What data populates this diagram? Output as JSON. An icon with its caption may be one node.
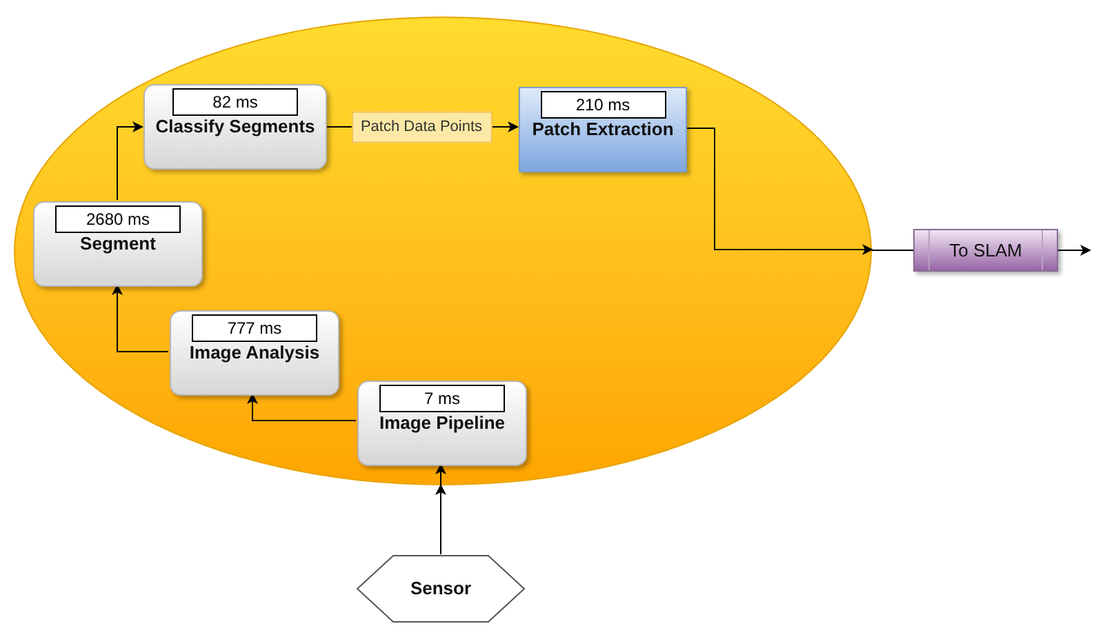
{
  "diagram": {
    "nodes": [
      {
        "text": [],
        "shape": "ellipse"
      },
      {
        "text": [
          "82 ms",
          "Classify Segments"
        ],
        "in": 0
      },
      {
        "text": [
          "210 ms",
          "Patch Extraction"
        ],
        "in": 0
      },
      {
        "text": [
          "2680 ms",
          "Segment"
        ],
        "in": 0
      },
      {
        "text": [
          "777 ms",
          "Image Analysis"
        ],
        "in": 0
      },
      {
        "text": [
          "7 ms",
          "Image Pipeline"
        ],
        "in": 0
      },
      {
        "text": [
          "To SLAM"
        ]
      },
      {
        "text": [
          "Sensor"
        ]
      }
    ],
    "edges": [
      {
        "from": 5,
        "to": 4,
        "arrow": "to"
      },
      {
        "from": 4,
        "to": 3,
        "arrow": "to"
      },
      {
        "from": 3,
        "to": 1,
        "arrow": "to"
      },
      {
        "from": 1,
        "to": 2,
        "arrow": "to",
        "label": "Patch Data Points"
      },
      {
        "from": 2,
        "to": 0,
        "arrow": "to"
      },
      {
        "from": 0,
        "to": 6,
        "arrow": "none"
      },
      {
        "from": 6,
        "to": null,
        "arrow": "to"
      },
      {
        "from": 7,
        "to": 0,
        "arrow": "to"
      },
      {
        "from": 0,
        "to": 5,
        "arrow": "to"
      }
    ]
  }
}
